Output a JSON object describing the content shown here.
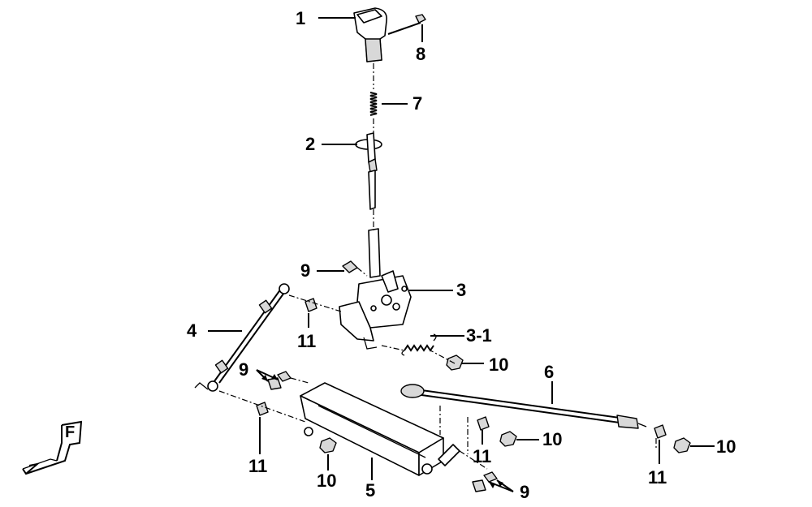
{
  "callouts": {
    "c1": "1",
    "c2": "2",
    "c3": "3",
    "c3_1": "3-1",
    "c4": "4",
    "c5": "5",
    "c6": "6",
    "c7": "7",
    "c8": "8",
    "c9a": "9",
    "c9b": "9",
    "c9c": "9",
    "c10a": "10",
    "c10b": "10",
    "c10c": "10",
    "c10d": "10",
    "c11a": "11",
    "c11b": "11",
    "c11c": "11",
    "c11d": "11"
  },
  "front_marker": "F"
}
